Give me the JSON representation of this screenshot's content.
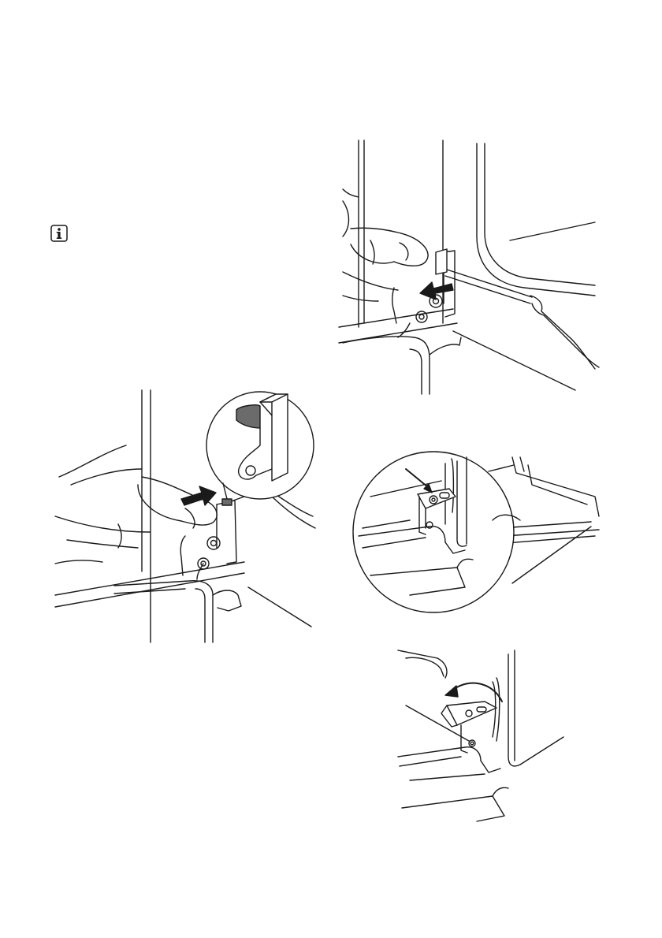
{
  "page": {
    "icons": {
      "info": "info-icon"
    },
    "figures": [
      {
        "id": "fig-1",
        "icon": "hinge-lever-press-illustration"
      },
      {
        "id": "fig-2",
        "icon": "hinge-screwdriver-illustration"
      },
      {
        "id": "fig-3",
        "icon": "hinge-detail-illustration"
      },
      {
        "id": "fig-4",
        "icon": "hinge-lever-rotate-illustration"
      }
    ],
    "colors": {
      "line": "#1a1a1a",
      "fill": "#ffffff",
      "gray": "#6b6b6b"
    }
  }
}
